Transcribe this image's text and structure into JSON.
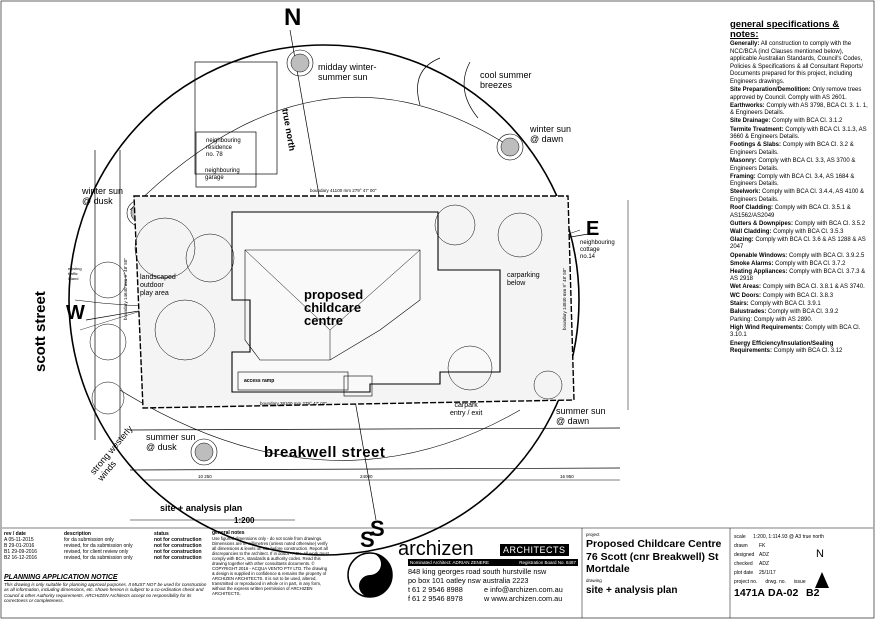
{
  "orientation": {
    "north": "N",
    "south": "S",
    "east": "E",
    "west": "W",
    "true_north": "true north"
  },
  "sun": {
    "midday": "midday winter-\nsummer sun",
    "cool": "cool summer\nbreezes",
    "winter_dawn": "winter sun\n@ dawn",
    "winter_dusk": "winter sun\n@ dusk",
    "summer_dusk": "summer sun\n@ dusk",
    "summer_dawn": "summer sun\n@ dawn",
    "westerly": "strong westerly\nwinds"
  },
  "site": {
    "neighbouring_residence": "neighbouring\nresidence\nno. 78",
    "neighbouring_garage": "neighbouring\ngarage",
    "neighbouring_cottage": "neighbouring\ncottage\nno.14",
    "boundary_top": "boundary 41100 mm   279° 47' 00\"",
    "boundary_bottom": "boundary 38100 mm   279° 47' 00\"",
    "boundary_left": "boundary 14640 mm   9° 48' 50\"",
    "boundary_right": "boundary 14840 mm   9° 48' 50\"",
    "landscaped": "landscaped\noutdoor\nplay area",
    "proposed": "proposed\nchildcare\ncentre",
    "carparking": "carparking\nbelow",
    "carpark_entry": "carpark\nentry / exit",
    "access_ramp": "access ramp",
    "street_west": "scott street",
    "street_south": "breakwell street",
    "dim_left": "10 250",
    "dim_mid": "24000",
    "dim_right": "16 950",
    "existing_kerb": "existing\ntraffic\nisland"
  },
  "plan_title": "site + analysis plan",
  "plan_scale": "1:200",
  "revisions": {
    "header": [
      "rev / date",
      "description",
      "status"
    ],
    "rows": [
      [
        "A   05-11-2015",
        "for da submission only",
        "not for construction"
      ],
      [
        "B   29-01-2016",
        "revised, for da submission only",
        "not for construction"
      ],
      [
        "B1  29-09-2016",
        "revised, for client review only",
        "not for construction"
      ],
      [
        "B2  16-12-2016",
        "revised, for da submission only",
        "not for construction"
      ]
    ]
  },
  "general_notes": {
    "header": "general notes",
    "text": "Use figured dimensions only - do not scale from drawings. Dimensions are in millimetres (unless noted otherwise) verify all dimensions & levels on site before construction. Report all discrepancies to the architect. If in doubt - ASK. All work must comply with BCA, standards & authority codes. Read this drawing together with other consultants documents. © COPYRIGHT 2016 - ACQUA VENTO PTY LTD. The drawing & design is supplied in confidence & remains the property of ARCHIZEN ARCHITECTS. It is not to be used, altered, transmitted or reproduced in whole or in part, in any form, without the express written permission of ARCHIZEN ARCHITECTS."
  },
  "notice": {
    "title": "PLANNING APPLICATION NOTICE",
    "text": "This drawing is only suitable for planning approval purposes. It MUST NOT be used for construction as all information, including dimensions, etc. shown hereon is subject to a co-ordination check and Council & other Authority requirements. ARCHIZEN Architects accept no responsibility for its correctness or completeness."
  },
  "firm": {
    "logo_letter": "S",
    "name": "archizen",
    "suffix": "ARCHITECTS",
    "nominated": "Nominated Architect:  ADRIAN ZENERE",
    "registration": "Registration Board No. 8487",
    "address1": "848 king georges road   south hurstville   nsw",
    "address2": "po box 101   oatley   nsw   australia   2223",
    "tel": "t  61 2 9546 8988",
    "fax": "f  61 2 9546 8978",
    "email": "e  info@archizen.com.au",
    "web": "w  www.archizen.com.au"
  },
  "project": {
    "label": "project",
    "name": "Proposed Childcare Centre",
    "address1": "76 Scott (cnr Breakwell) St",
    "address2": "Mortdale",
    "drawing_label": "drawing",
    "drawing": "site + analysis plan"
  },
  "sheet": {
    "scale_label": "scale",
    "scale": "1:200, 1:114.93 @ A3   true north",
    "drawn_label": "drawn",
    "drawn": "FK",
    "designed_label": "designed",
    "designed": "ADZ",
    "checked_label": "checked",
    "checked": "ADZ",
    "plot_label": "plot date",
    "plot": "25/1/17",
    "project_no_label": "project no.",
    "drwg_label": "drwg. no.",
    "issue_label": "issue",
    "project_no": "1471A",
    "drwg": "DA-02",
    "issue": "B2",
    "north": "N"
  },
  "spec": {
    "title": "general specifications & notes:",
    "items": [
      {
        "k": "Generally:",
        "v": " All construction to comply with the NCC/BCA (incl Clauses mentioned below), applicable Australian Standards, Council's Codes, Policies & Specifications & all Consultant Reports/ Documents prepared for this project, including Engineers drawings."
      },
      {
        "k": "Site Preparation/Demolition:",
        "v": " Only remove trees approved by Council. Comply with AS 2601."
      },
      {
        "k": "Earthworks:",
        "v": " Comply with  AS 3798, BCA Cl. 3. 1. 1, & Engineers Details."
      },
      {
        "k": "Site Drainage:",
        "v": " Comply with BCA Cl. 3.1.2"
      },
      {
        "k": "Termite Treatment:",
        "v": " Comply with BCA Cl. 3.1.3, AS 3660 & Engineers Details."
      },
      {
        "k": "Footings & Slabs:",
        "v": " Comply with BCA Cl. 3.2 & Engineers Details."
      },
      {
        "k": "Masonry:",
        "v": " Comply with BCA Cl. 3.3, AS 3700 & Engineers Details."
      },
      {
        "k": "Framing:",
        "v": " Comply with BCA Cl. 3.4, AS 1684 & Engineers Details."
      },
      {
        "k": "Steelwork:",
        "v": " Comply with BCA Cl. 3.4.4, AS 4100 & Engineers Details."
      },
      {
        "k": "Roof Cladding:",
        "v": " Comply with BCA Cl. 3.5.1 & AS1562/AS2049"
      },
      {
        "k": "Gutters & Downpipes:",
        "v": " Comply with BCA Cl. 3.5.2"
      },
      {
        "k": "Wall Cladding:",
        "v": " Comply with BCA Cl. 3.5.3"
      },
      {
        "k": "Glazing:",
        "v": " Comply with BCA Cl. 3.6 & AS 1288 & AS 2047"
      },
      {
        "k": "Openable Windows:",
        "v": " Comply with BCA Cl. 3.9.2.5"
      },
      {
        "k": "Smoke Alarms:",
        "v": " Comply with BCA Cl. 3.7.2"
      },
      {
        "k": "Heating Appliances:",
        "v": " Comply with BCA Cl. 3.7.3 & AS 2918"
      },
      {
        "k": "Wet Areas:",
        "v": " Comply with BCA Cl. 3.8.1 & AS 3740."
      },
      {
        "k": "WC Doors:",
        "v": " Comply with BCA Cl. 3.8.3"
      },
      {
        "k": "Stairs:",
        "v": " Comply with BCA Cl. 3.9.1"
      },
      {
        "k": "Balustrades:",
        "v": " Comply with BCA Cl. 3.9.2"
      },
      {
        "k": "",
        "v": "Parking: Comply with AS 2890."
      },
      {
        "k": "High Wind Requirements:",
        "v": " Comply with BCA Cl. 3.10.1"
      },
      {
        "k": "Energy Efficiency/Insulation/Sealing Requirements:",
        "v": " Comply with BCA Cl. 3.12"
      }
    ]
  }
}
